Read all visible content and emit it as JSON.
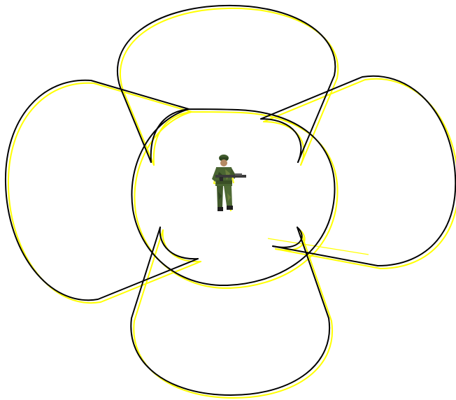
{
  "colors": {
    "background": "#ffffff",
    "outline": "#000000",
    "highlight": "#ffff00"
  },
  "layers": [
    {
      "name": "center-room"
    },
    {
      "name": "top-lobe"
    },
    {
      "name": "right-lobe"
    },
    {
      "name": "bottom-lobe"
    },
    {
      "name": "left-lobe"
    }
  ],
  "player": {
    "icon": "soldier-icon"
  }
}
